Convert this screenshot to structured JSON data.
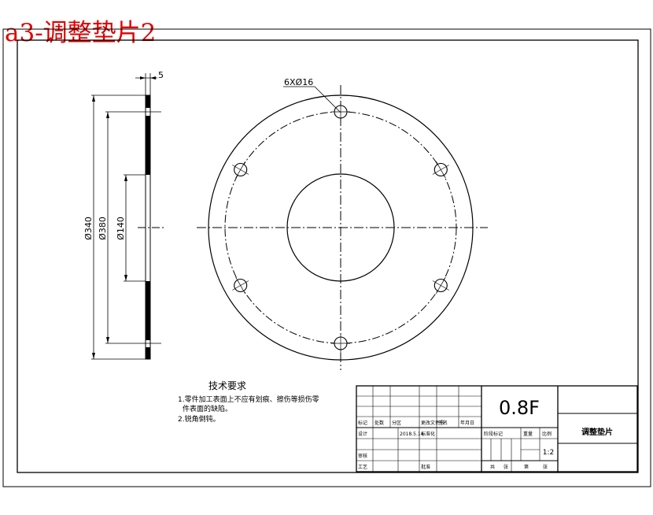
{
  "header": {
    "title": "a3-调整垫片2",
    "title_color": "#e00000"
  },
  "drawing": {
    "hole_callout": "6XØ16",
    "thickness_dim": "5",
    "dim_outer": "Ø340",
    "dim_bolt_circle": "Ø380",
    "dim_inner": "Ø140"
  },
  "notes": {
    "heading": "技术要求",
    "line1": "1.零件加工表面上不应有划痕、擦伤等损伤零",
    "line2": "件表面的缺陷。",
    "line3": "2.锐角倒钝。"
  },
  "title_block": {
    "material": "0.8F",
    "part_name": "调整垫片",
    "scale": "1:2",
    "date": "2018.5.14",
    "row_labels": [
      "标记",
      "处数",
      "分区",
      "更改文件号",
      "签名",
      "年月日"
    ],
    "design_label": "设计",
    "std_label": "标准化",
    "review_label": "审核",
    "process_label": "工艺",
    "approve_label": "批准",
    "stage_label": "阶段标记",
    "weight_label": "重量",
    "scale_label": "比例",
    "sheet_total": "共",
    "sheet_label": "张",
    "sheet_no": "第",
    "sheet_label2": "张"
  }
}
